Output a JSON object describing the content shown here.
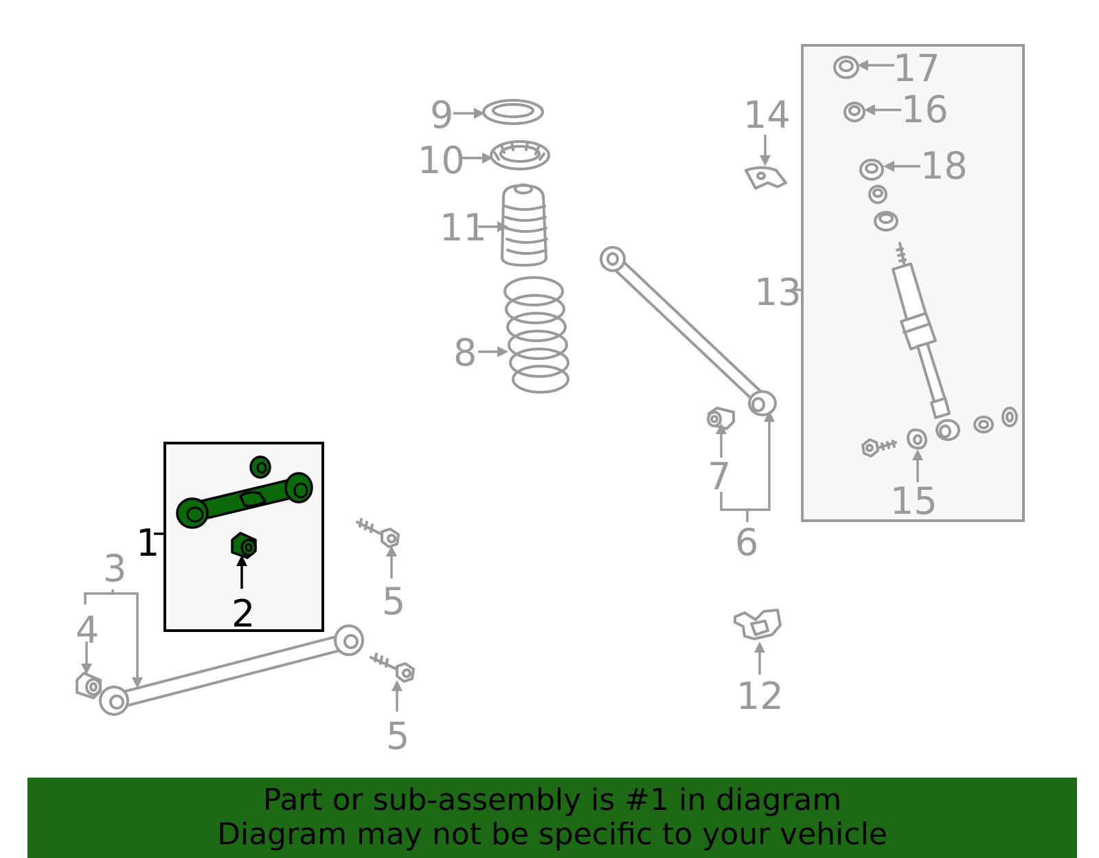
{
  "callouts": {
    "c1": "1",
    "c2": "2",
    "c3": "3",
    "c4": "4",
    "c5a": "5",
    "c5b": "5",
    "c6": "6",
    "c7": "7",
    "c8": "8",
    "c9": "9",
    "c10": "10",
    "c11": "11",
    "c12": "12",
    "c13": "13",
    "c14": "14",
    "c15": "15",
    "c16": "16",
    "c17": "17",
    "c18": "18"
  },
  "highlight": {
    "part_number": "1",
    "color": "#0a6a0a"
  },
  "colors": {
    "line": "#9a9a9a",
    "banner": "#1c6b14",
    "box_fill": "#f7f7f7"
  },
  "banner": {
    "line1": "Part or sub-assembly is #1 in diagram",
    "line2": "Diagram may not be specific to your vehicle"
  }
}
